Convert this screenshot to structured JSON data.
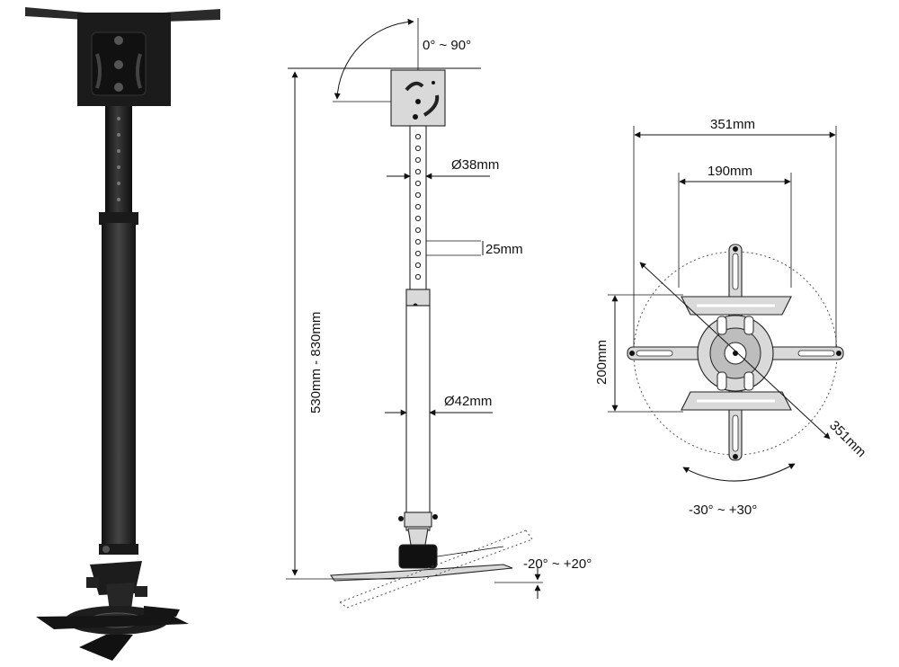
{
  "labels": {
    "tilt_range": "0° ~ 90°",
    "length_range": "530mm - 830mm",
    "upper_tube_diameter": "Ø38mm",
    "hole_pitch": "25mm",
    "lower_tube_diameter": "Ø42mm",
    "swivel_range": "-20° ~ +20°",
    "plate_width": "351mm",
    "inner_width": "190mm",
    "inner_height": "200mm",
    "diagonal": "351mm",
    "rotation_range": "-30° ~ +30°"
  },
  "colors": {
    "product_dark": "#1b1b1b",
    "product_mid": "#2f2f2f",
    "line": "#111111",
    "drawing_fill": "#d9d9d9"
  }
}
